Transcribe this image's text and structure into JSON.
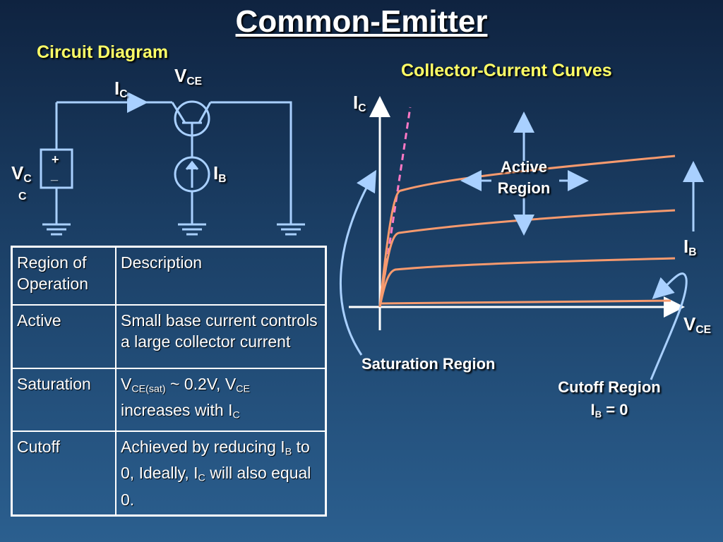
{
  "slide": {
    "title": "Common-Emitter"
  },
  "circuit": {
    "heading": "Circuit Diagram",
    "ic_label": {
      "main": "I",
      "sub": "C"
    },
    "vce_label": {
      "main": "V",
      "sub": "CE"
    },
    "ib_label": {
      "main": "I",
      "sub": "B"
    },
    "vcc_label": {
      "main": "V",
      "sub": "C",
      "second_line": "C"
    },
    "plus_sign": "+",
    "minus_sign": "_"
  },
  "curves": {
    "heading": "Collector-Current Curves",
    "y_axis_label": {
      "main": "I",
      "sub": "C"
    },
    "x_axis_label": {
      "main": "V",
      "sub": "CE"
    },
    "active_region_label": [
      "Active",
      "Region"
    ],
    "ib_arrow_label": {
      "main": "I",
      "sub": "B"
    },
    "saturation_label": "Saturation Region",
    "cutoff_label": "Cutoff Region",
    "cutoff_condition": {
      "main": "I",
      "sub": "B",
      "rest": " = 0"
    },
    "colors": {
      "curve": "#f79a6e",
      "saturation_line": "#ff79c6",
      "axis": "#ffffff",
      "wire": "#a9d0ff"
    }
  },
  "table": {
    "headers": [
      "Region of Operation",
      "Description"
    ],
    "rows": [
      {
        "region": "Active",
        "description": "Small base current controls a large collector current"
      },
      {
        "region": "Saturation",
        "desc_parts": {
          "v1": "V",
          "s1": "CE(sat)",
          "t1": " ~ 0.2V, V",
          "s2": "CE",
          "t2": " increases with I",
          "s3": "C"
        }
      },
      {
        "region": "Cutoff",
        "desc_parts": {
          "t1": "Achieved by reducing I",
          "s1": "B",
          "t2": " to 0, Ideally, I",
          "s2": "C",
          "t3": " will also equal 0."
        }
      }
    ]
  }
}
